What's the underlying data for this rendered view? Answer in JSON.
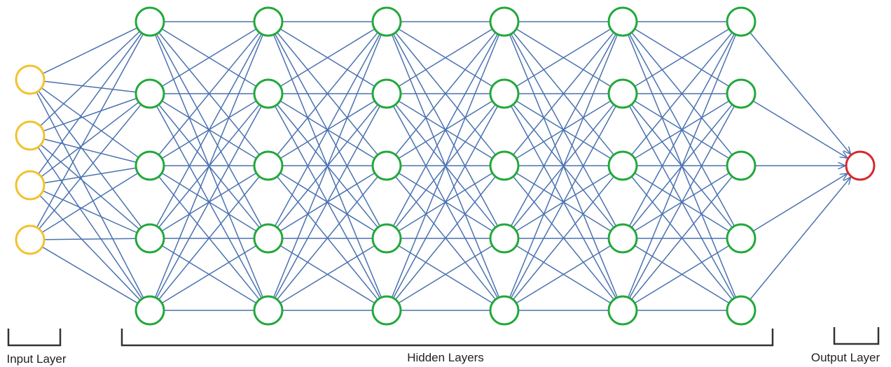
{
  "diagram": {
    "type": "feed-forward neural network",
    "layers": [
      {
        "kind": "input",
        "nodes": 4
      },
      {
        "kind": "hidden",
        "nodes": 5
      },
      {
        "kind": "hidden",
        "nodes": 5
      },
      {
        "kind": "hidden",
        "nodes": 5
      },
      {
        "kind": "hidden",
        "nodes": 5
      },
      {
        "kind": "hidden",
        "nodes": 5
      },
      {
        "kind": "hidden",
        "nodes": 5
      },
      {
        "kind": "output",
        "nodes": 1
      }
    ],
    "connectivity": "fully-connected",
    "colors": {
      "input_node": "#f2c22e",
      "hidden_node": "#22a83a",
      "output_node": "#d9262c",
      "edge": "#4a72b0",
      "bracket": "#333333"
    },
    "labels": {
      "input": "Input Layer",
      "hidden": "Hidden Layers",
      "output": "Output Layer"
    }
  }
}
